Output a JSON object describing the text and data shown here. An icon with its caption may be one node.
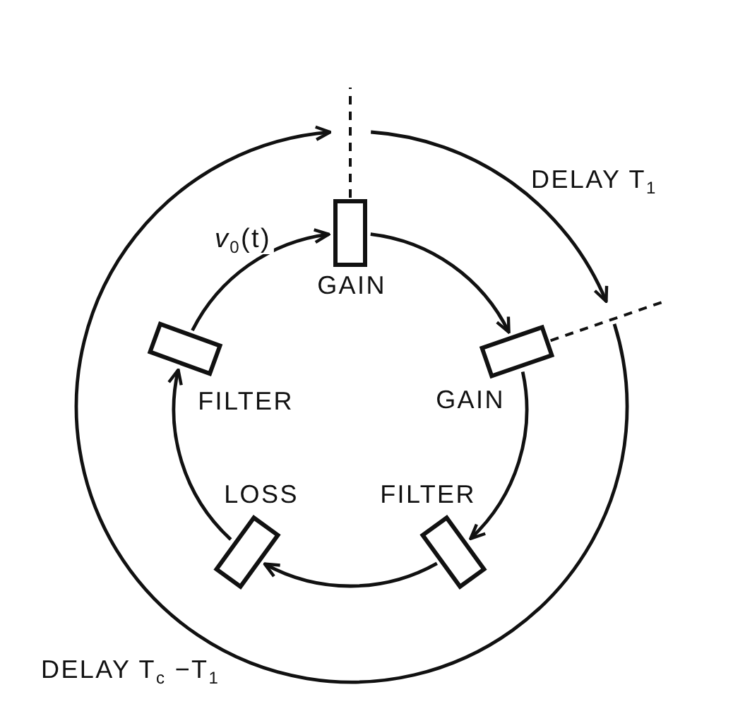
{
  "diagram": {
    "nodes": [
      {
        "text": [],
        "shape": "box",
        "beside": [
          "GAIN"
        ]
      },
      {
        "text": [],
        "shape": "box",
        "beside": [
          "GAIN"
        ]
      },
      {
        "text": [],
        "shape": "box",
        "beside": [
          "FILTER"
        ]
      },
      {
        "text": [],
        "shape": "box",
        "beside": [
          "LOSS"
        ]
      },
      {
        "text": [],
        "shape": "box",
        "beside": [
          "FILTER"
        ]
      }
    ],
    "edges": [
      {
        "from": 0,
        "to": 1,
        "arrow": "to"
      },
      {
        "from": 1,
        "to": 2,
        "arrow": "to"
      },
      {
        "from": 2,
        "to": 3,
        "arrow": "to"
      },
      {
        "from": 3,
        "to": 4,
        "arrow": "to"
      },
      {
        "from": 4,
        "to": 0,
        "arrow": "to",
        "label": "*v*$_{0}$(t)"
      }
    ],
    "labels": [
      "DELAY T$_{1}$",
      "DELAY T$_{c}$ −T$_{1}$"
    ]
  }
}
